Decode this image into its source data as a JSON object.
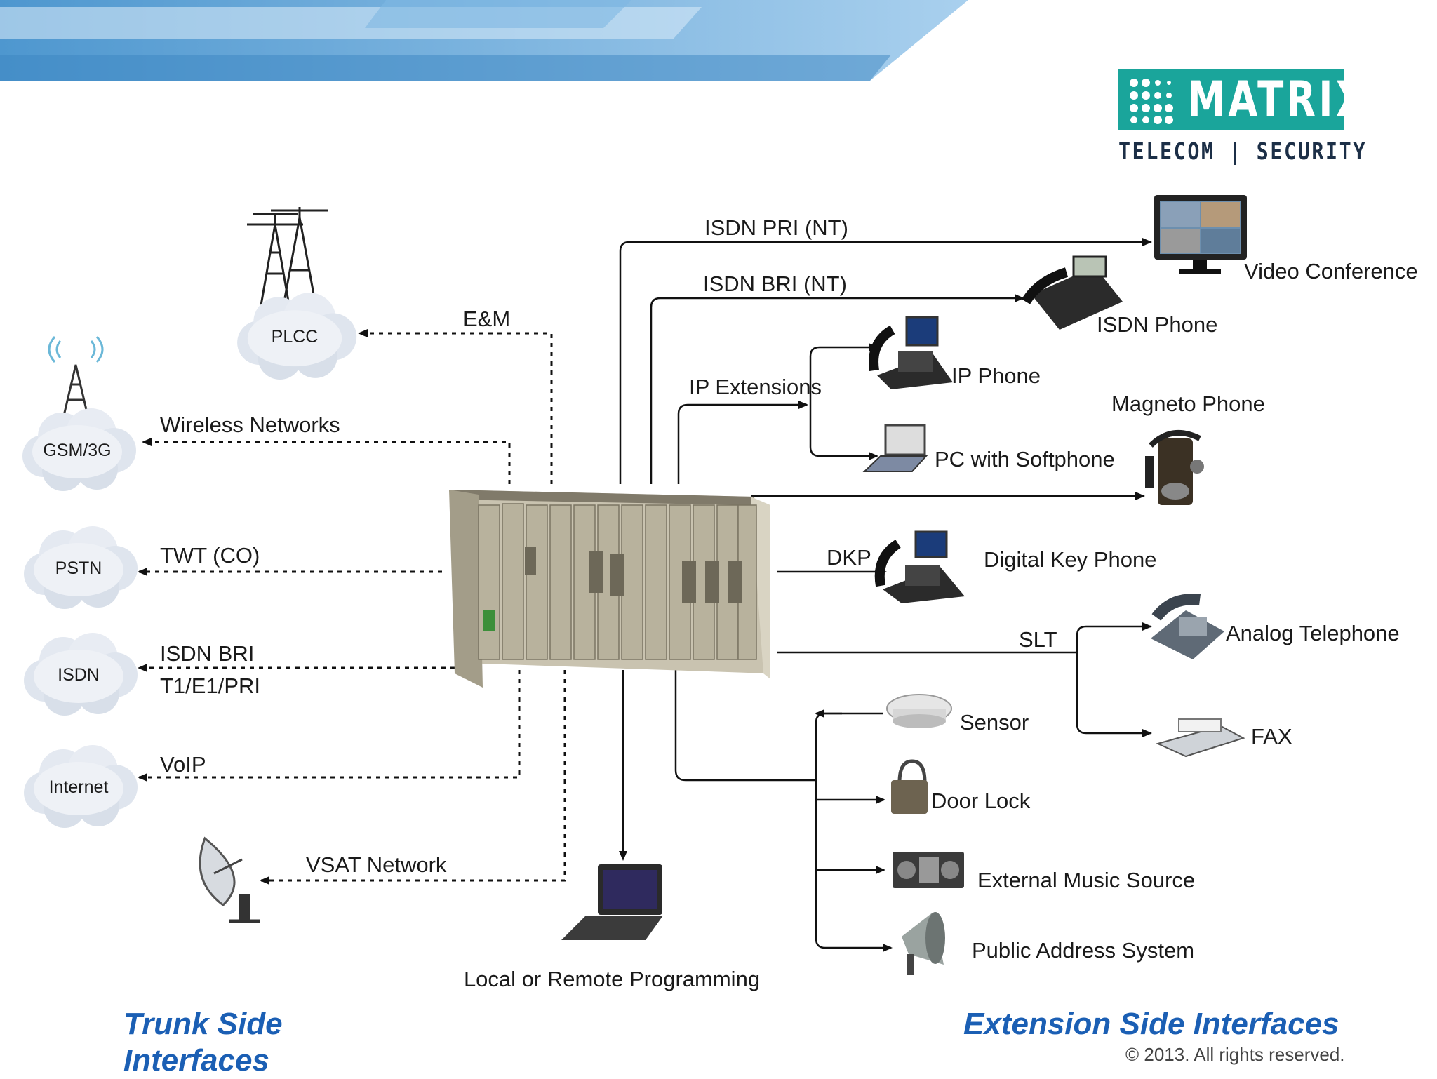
{
  "logo": {
    "brand": "MATRIX",
    "tagline": "TELECOM | SECURITY"
  },
  "trunk": {
    "clouds": {
      "plcc": "PLCC",
      "gsm": "GSM/3G",
      "pstn": "PSTN",
      "isdn": "ISDN",
      "internet": "Internet"
    },
    "links": {
      "em": "E&M",
      "wireless": "Wireless Networks",
      "twt": "TWT (CO)",
      "isdn_bri": "ISDN BRI",
      "t1e1": "T1/E1/PRI",
      "voip": "VoIP",
      "vsat": "VSAT Network"
    }
  },
  "programming": "Local or Remote Programming",
  "extension": {
    "links": {
      "isdn_pri_nt": "ISDN PRI (NT)",
      "isdn_bri_nt": "ISDN BRI (NT)",
      "ip_ext": "IP Extensions",
      "dkp": "DKP",
      "slt": "SLT"
    },
    "devices": {
      "video_conf": "Video Conference",
      "isdn_phone": "ISDN Phone",
      "ip_phone": "IP Phone",
      "magneto": "Magneto Phone",
      "pc_soft": "PC with Softphone",
      "dkp_phone": "Digital Key Phone",
      "analog": "Analog Telephone",
      "fax": "FAX",
      "sensor": "Sensor",
      "door_lock": "Door Lock",
      "music": "External Music Source",
      "pa": "Public Address System"
    }
  },
  "footer": {
    "trunk_title": "Trunk Side Interfaces",
    "extension_title": "Extension Side Interfaces",
    "copyright": "© 2013. All rights reserved."
  },
  "colors": {
    "accent": "#1aa59b",
    "title_blue": "#1b5fb4",
    "banner_blue": "#5aa3d6"
  }
}
